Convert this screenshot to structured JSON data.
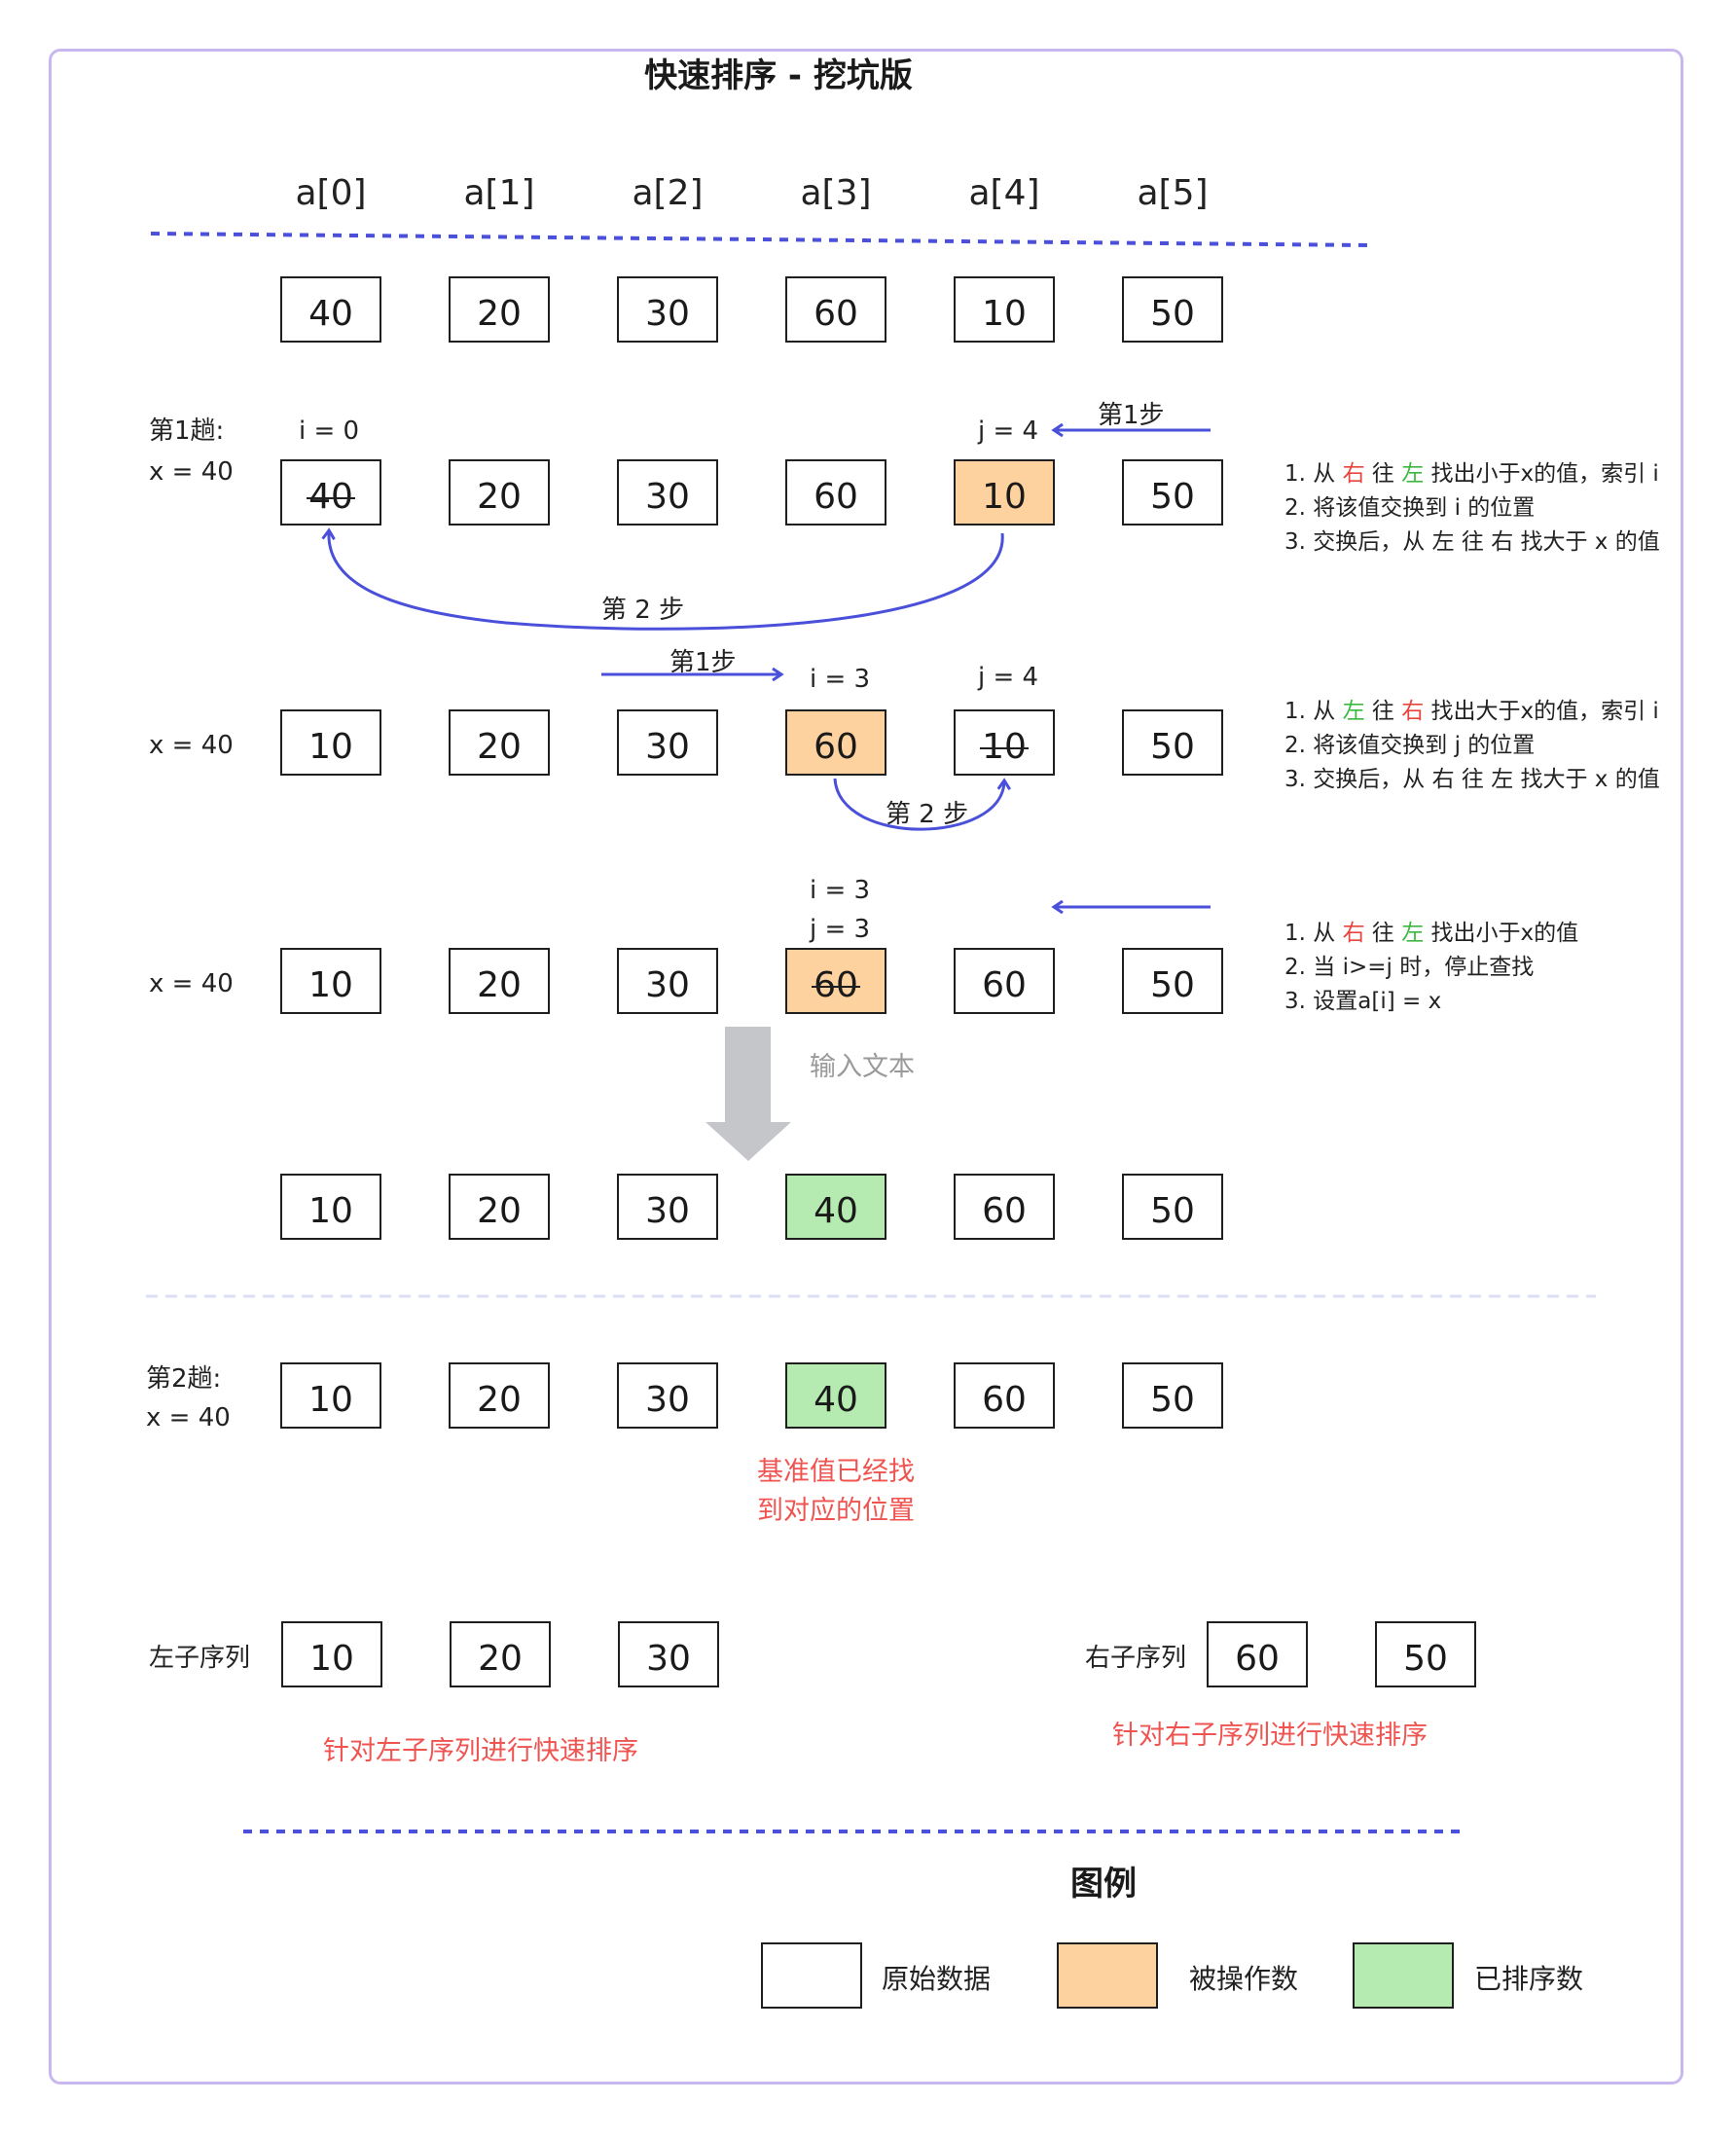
{
  "title": "快速排序 - 挖坑版",
  "headers": [
    "a[0]",
    "a[1]",
    "a[2]",
    "a[3]",
    "a[4]",
    "a[5]"
  ],
  "initial_row": [
    "40",
    "20",
    "30",
    "60",
    "10",
    "50"
  ],
  "pass1": {
    "label_pass": "第1趟:",
    "label_x": "x = 40",
    "i": "i = 0",
    "j": "j = 4",
    "row": [
      "40",
      "20",
      "30",
      "60",
      "10",
      "50"
    ],
    "step1": "第1步",
    "step2": "第 2 步",
    "notes": {
      "n1_prefix": "1. 从 ",
      "n1_from": "右",
      "n1_mid": " 往 ",
      "n1_to": "左",
      "n1_suffix": " 找出小于x的值，索引 i",
      "n2": "2. 将该值交换到 i 的位置",
      "n3": "3. 交换后，从 左 往 右 找大于 x 的值"
    }
  },
  "pass1b": {
    "label_x": "x = 40",
    "i": "i = 3",
    "j": "j = 4",
    "row": [
      "10",
      "20",
      "30",
      "60",
      "10",
      "50"
    ],
    "step1": "第1步",
    "step2": "第 2 步",
    "notes": {
      "n1_prefix": "1. 从 ",
      "n1_from": "左",
      "n1_mid": " 往 ",
      "n1_to": "右",
      "n1_suffix": " 找出大于x的值，索引 i",
      "n2": "2. 将该值交换到 j 的位置",
      "n3": "3. 交换后，从 右 往 左 找大于 x 的值"
    }
  },
  "pass1c": {
    "label_x": "x = 40",
    "i": "i = 3",
    "j": "j = 3",
    "row": [
      "10",
      "20",
      "30",
      "60",
      "60",
      "50"
    ],
    "notes": {
      "n1_prefix": "1. 从 ",
      "n1_from": "右",
      "n1_mid": " 往 ",
      "n1_to": "左",
      "n1_suffix": " 找出小于x的值",
      "n2": "2. 当 i>=j 时，停止查找",
      "n3": "3. 设置a[i] = x"
    },
    "placeholder": "输入文本"
  },
  "result_row": [
    "10",
    "20",
    "30",
    "40",
    "60",
    "50"
  ],
  "pass2": {
    "label_pass": "第2趟:",
    "label_x": "x = 40",
    "row": [
      "10",
      "20",
      "30",
      "40",
      "60",
      "50"
    ],
    "pivot_note_1": "基准值已经找",
    "pivot_note_2": "到对应的位置"
  },
  "left_sub": {
    "label": "左子序列",
    "values": [
      "10",
      "20",
      "30"
    ],
    "note": "针对左子序列进行快速排序"
  },
  "right_sub": {
    "label": "右子序列",
    "values": [
      "60",
      "50"
    ],
    "note": "针对右子序列进行快速排序"
  },
  "legend": {
    "title": "图例",
    "original": "原始数据",
    "operated": "被操作数",
    "sorted": "已排序数"
  },
  "colors": {
    "frame": "#c9b8ef",
    "arrow": "#4a50d9",
    "operated": "#fdd29e",
    "sorted": "#b5eab0",
    "highlight_red": "#ef5451",
    "highlight_green": "#3cb83f"
  }
}
